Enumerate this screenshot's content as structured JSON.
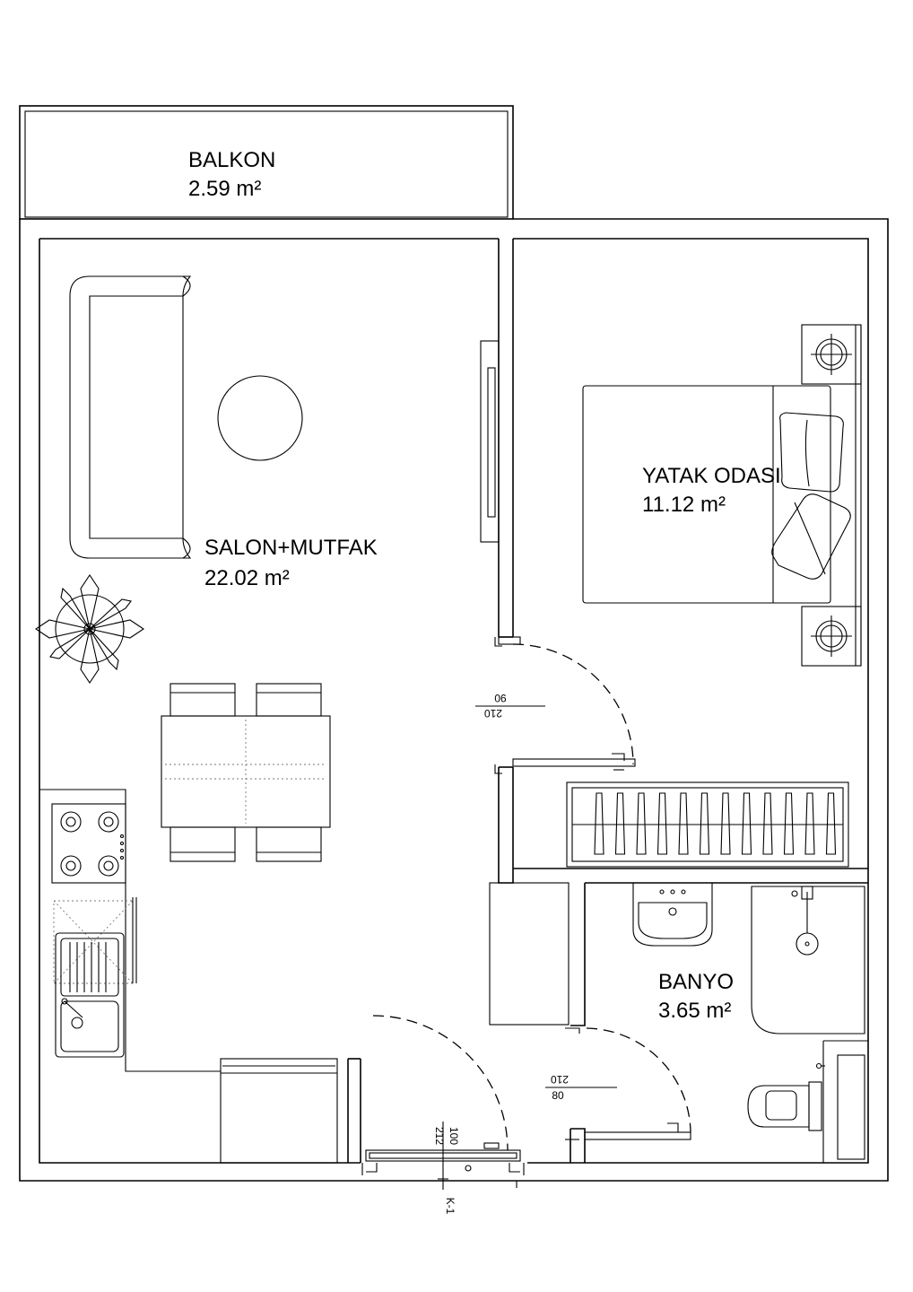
{
  "rooms": {
    "balkon": {
      "name": "BALKON",
      "area": "2.59 m²"
    },
    "salon": {
      "name": "SALON+MUTFAK",
      "area": "22.02 m²"
    },
    "yatak": {
      "name": "YATAK ODASI",
      "area": "11.12 m²"
    },
    "banyo": {
      "name": "BANYO",
      "area": "3.65 m²"
    }
  },
  "doors": {
    "bedroom": {
      "width": "90",
      "height": "210"
    },
    "bathroom": {
      "width": "80",
      "height": "210"
    },
    "entrance": {
      "width": "100",
      "height": "212",
      "code": "K-1"
    }
  }
}
